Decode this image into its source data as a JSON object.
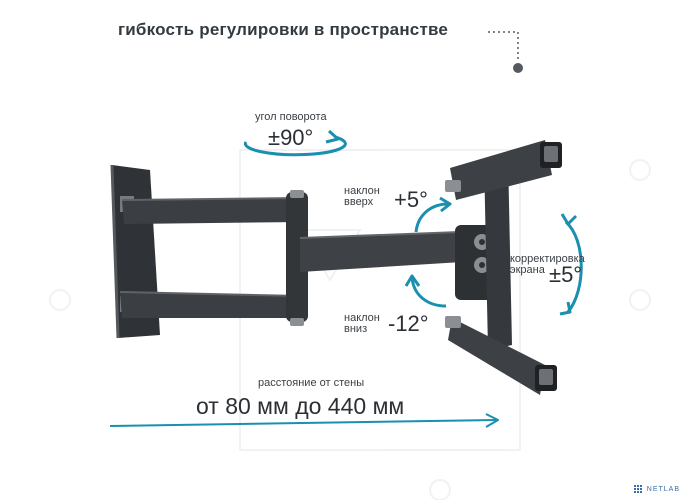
{
  "heading": "гибкость регулировки в пространстве",
  "rotation": {
    "caption": "угол поворота",
    "value": "±90°"
  },
  "tilt_up": {
    "caption_line1": "наклон",
    "caption_line2": "вверх",
    "value": "+5°"
  },
  "tilt_down": {
    "caption_line1": "наклон",
    "caption_line2": "вниз",
    "value": "-12°"
  },
  "screen_correction": {
    "caption_line1": "корректировка",
    "caption_line2": "экрана",
    "value": "±5°"
  },
  "distance": {
    "caption": "расстояние от стены",
    "value": "от 80 мм до 440 мм"
  },
  "logo": {
    "text": "NETLAB"
  },
  "colors": {
    "accent": "#1a8fb0",
    "metal": "#3a3d41",
    "dots": "#555a60"
  }
}
